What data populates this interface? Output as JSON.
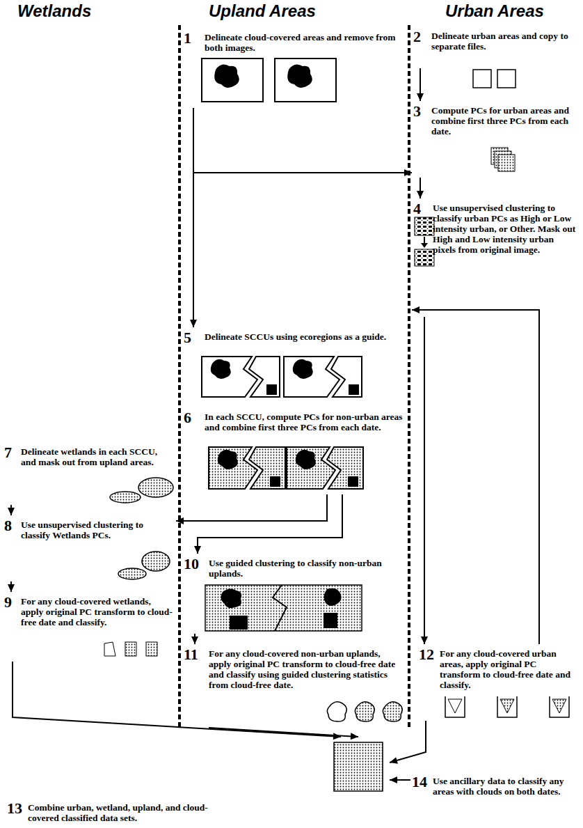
{
  "diagram": {
    "nodes": [
      {
        "text": [
          "1",
          "Delineate cloud-covered areas and remove from both images."
        ]
      },
      {
        "text": [
          "2",
          "Delineate urban areas and copy to separate files."
        ]
      },
      {
        "text": [
          "3",
          "Compute PCs for urban areas and combine first three PCs from each date."
        ]
      },
      {
        "text": [
          "4",
          "Use unsupervised clustering to classify urban PCs as High or Low intensity urban, or Other. Mask out High and Low intensity urban pixels from original image."
        ]
      },
      {
        "text": [
          "5",
          "Delineate SCCUs using ecoregions as a guide."
        ]
      },
      {
        "text": [
          "6",
          "In each SCCU, compute PCs for non-urban areas and combine first three PCs from each date."
        ]
      },
      {
        "text": [
          "7",
          "Delineate wetlands in each SCCU, and mask out from upland areas."
        ]
      },
      {
        "text": [
          "8",
          "Use unsupervised clustering to classify Wetlands PCs."
        ]
      },
      {
        "text": [
          "9",
          "For any cloud-covered wetlands, apply original PC transform to cloud-free date and classify."
        ]
      },
      {
        "text": [
          "10",
          "Use guided clustering to classify non-urban uplands."
        ]
      },
      {
        "text": [
          "11",
          "For any cloud-covered non-urban uplands, apply original PC transform to cloud-free date and classify using guided clustering statistics from cloud-free date."
        ]
      },
      {
        "text": [
          "12",
          "For any cloud-covered urban areas, apply original PC transform to cloud-free date and classify."
        ]
      },
      {
        "text": [
          "13",
          "Combine urban, wetland, upland, and cloud-covered classified data sets."
        ]
      },
      {
        "text": [
          "14",
          "Use ancillary data to classify any areas with clouds on both dates."
        ]
      }
    ],
    "edges": [
      {
        "from": 0,
        "to": 4,
        "arrow": "to"
      },
      {
        "from": 0,
        "to": 2,
        "arrow": "to"
      },
      {
        "from": 1,
        "to": 2,
        "arrow": "to"
      },
      {
        "from": 2,
        "to": 3,
        "arrow": "to"
      },
      {
        "from": 3,
        "to": 11,
        "arrow": "to"
      },
      {
        "from": 11,
        "to": 3,
        "arrow": "to"
      },
      {
        "from": 5,
        "to": 7,
        "arrow": "to"
      },
      {
        "from": 5,
        "to": 9,
        "arrow": "to"
      },
      {
        "from": 6,
        "to": 7,
        "arrow": "to"
      },
      {
        "from": 7,
        "to": 8,
        "arrow": "to"
      },
      {
        "from": 9,
        "to": 10,
        "arrow": "to"
      },
      {
        "from": 8,
        "to": 12,
        "arrow": "to"
      },
      {
        "from": 10,
        "to": 12,
        "arrow": "to"
      },
      {
        "from": 11,
        "to": 12,
        "arrow": "to"
      },
      {
        "from": 13,
        "to": 12,
        "arrow": "to"
      }
    ],
    "labels": [
      "Wetlands",
      "Upland Areas",
      "Urban Areas"
    ]
  }
}
